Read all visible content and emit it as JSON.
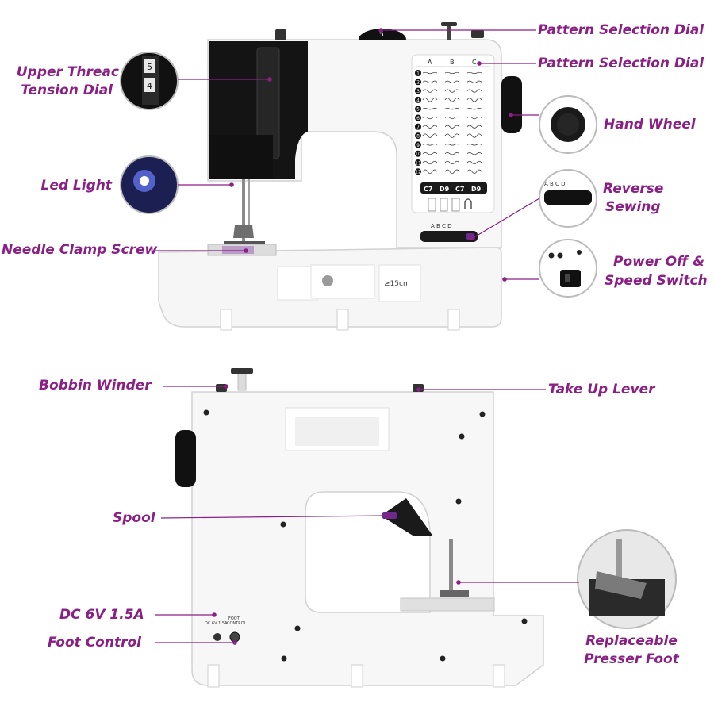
{
  "colors": {
    "label": "#8a1f86",
    "leader": "#8a1f86",
    "machine_body": "#f4f4f4",
    "machine_outline": "#d4d4d4",
    "dark_panel": "#141414",
    "accent_purple": "#6b2a8c"
  },
  "front_view": {
    "labels": {
      "pattern_dial_top": "Pattern Selection Dial",
      "pattern_dial_chart": "Pattern Selection Dial",
      "upper_thread_tension": [
        "Upper Threac",
        "Tension Dial"
      ],
      "hand_wheel": "Hand Wheel",
      "led_light": "Led Light",
      "reverse_sewing": [
        "Reverse",
        "Sewing"
      ],
      "needle_clamp_screw": "Needle Clamp Screw",
      "power_speed_switch": [
        "Power Off &",
        "Speed Switch"
      ]
    },
    "pattern_columns": [
      "A",
      "B",
      "C"
    ],
    "pattern_rows": [
      "1",
      "2",
      "3",
      "4",
      "5",
      "6",
      "7",
      "8",
      "9",
      "10",
      "11",
      "12"
    ],
    "stitch_codes": [
      "C7",
      "D9",
      "C7",
      "D9"
    ],
    "selector_letters": "A B C  D",
    "dial_number": "5",
    "tension_numbers": [
      "5",
      "4"
    ],
    "bed_hint": "≥15cm"
  },
  "back_view": {
    "labels": {
      "bobbin_winder": "Bobbin Winder",
      "take_up_lever": "Take Up Lever",
      "spool": "Spool",
      "dc_power": "DC 6V 1.5A",
      "foot_control": "Foot Control",
      "replaceable_presser_foot": [
        "Replaceable",
        "Presser Foot"
      ]
    },
    "port_text": [
      "DC 6V 1.5A",
      "FOOT",
      "CONTROL"
    ]
  }
}
